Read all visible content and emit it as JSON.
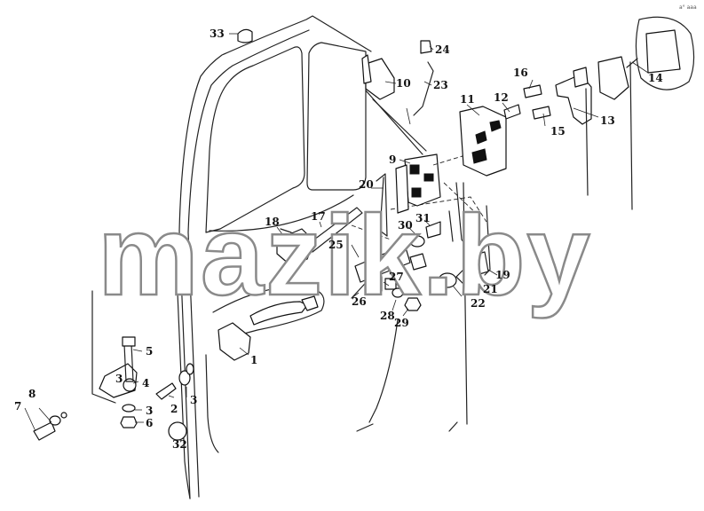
{
  "watermark": "mazik.by",
  "corner_mark": "а° ааа",
  "callouts": [
    "1",
    "2",
    "3",
    "3",
    "3",
    "4",
    "5",
    "6",
    "7",
    "8",
    "9",
    "10",
    "11",
    "12",
    "13",
    "14",
    "15",
    "16",
    "17",
    "18",
    "19",
    "20",
    "21",
    "22",
    "23",
    "24",
    "25",
    "26",
    "27",
    "28",
    "29",
    "30",
    "31",
    "32",
    "33"
  ]
}
